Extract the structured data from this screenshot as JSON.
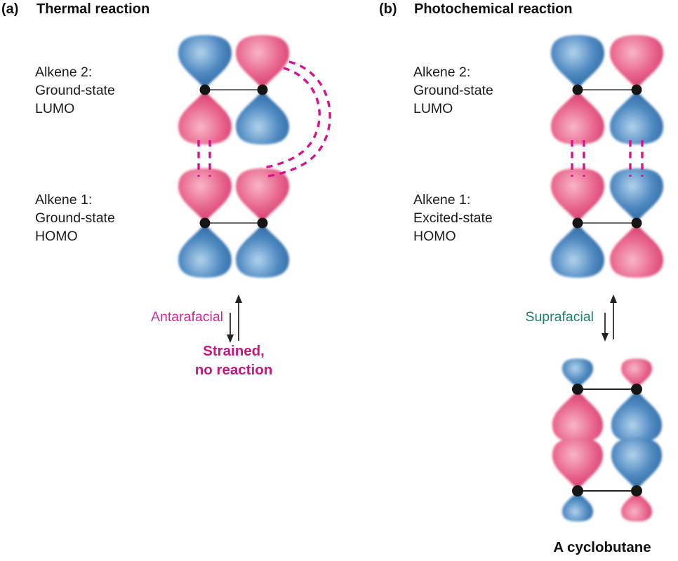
{
  "figure": {
    "panel_a": {
      "tag": "(a)",
      "title": "Thermal reaction",
      "lumo_label_lines": [
        "Alkene 2:",
        "Ground-state",
        "LUMO"
      ],
      "homo_label_lines": [
        "Alkene 1:",
        "Ground-state",
        "HOMO"
      ],
      "approach_label": "Antarafacial",
      "outcome_lines": [
        "Strained,",
        "no reaction"
      ]
    },
    "panel_b": {
      "tag": "(b)",
      "title": "Photochemical reaction",
      "lumo_label_lines": [
        "Alkene 2:",
        "Ground-state",
        "LUMO"
      ],
      "homo_label_lines": [
        "Alkene 1:",
        "Excited-state",
        "HOMO"
      ],
      "approach_label": "Suprafacial",
      "product_label": "A cyclobutane"
    }
  },
  "phases": {
    "a_lumo": {
      "left_top": "blue",
      "left_bottom": "pink",
      "right_top": "pink",
      "right_bottom": "blue"
    },
    "a_homo": {
      "left_top": "pink",
      "left_bottom": "blue",
      "right_top": "pink",
      "right_bottom": "blue"
    },
    "b_lumo": {
      "left_top": "blue",
      "left_bottom": "pink",
      "right_top": "pink",
      "right_bottom": "blue"
    },
    "b_homo": {
      "left_top": "pink",
      "left_bottom": "blue",
      "right_top": "blue",
      "right_bottom": "pink"
    },
    "cyclobutane": {
      "left_small_top": "blue",
      "left_bond": "pink",
      "left_small_bottom": "blue",
      "right_small_top": "pink",
      "right_bond": "blue",
      "right_small_bottom": "pink"
    }
  },
  "colors": {
    "orbital_pink": "#e9688f",
    "orbital_pink_light": "#f8b6ca",
    "orbital_pink_dark": "#d43a6c",
    "orbital_blue": "#4f8ac2",
    "orbital_blue_light": "#b3d2ec",
    "orbital_blue_dark": "#2c66a0",
    "dash_magenta": "#d6128c",
    "antarafacial_text": "#d02a94",
    "strained_text": "#c81680",
    "suprafacial_text": "#1d8268"
  }
}
